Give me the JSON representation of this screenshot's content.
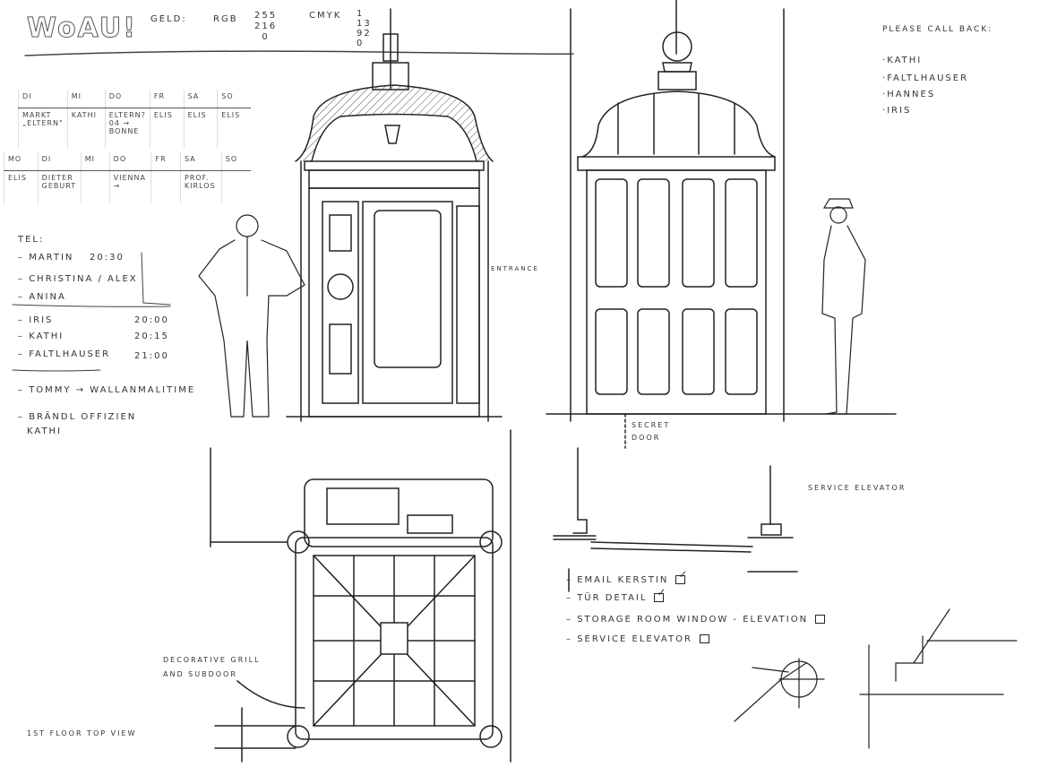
{
  "header": {
    "logo": "WoAU!",
    "gold_label": "Geld:",
    "rgb_label": "RGB",
    "rgb_values": [
      "255",
      "216",
      "0"
    ],
    "cmyk_label": "CMYK",
    "cmyk_values": [
      "1",
      "13",
      "92",
      "0"
    ]
  },
  "schedule": {
    "week1": {
      "days": [
        "Di",
        "Mi",
        "Do",
        "Fr",
        "Sa",
        "So"
      ],
      "entries": [
        "Markt „Eltern\"",
        "Kathi",
        "Eltern? 04 → Bonne",
        "Elis",
        "Elis",
        "Elis"
      ]
    },
    "week2": {
      "days": [
        "Mo",
        "Di",
        "Mi",
        "Do",
        "Fr",
        "Sa",
        "So"
      ],
      "entries": [
        "Elis",
        "Dieter Geburt",
        "",
        "Vienna →",
        "",
        "Prof. Kirlos",
        ""
      ]
    }
  },
  "tel": {
    "title": "Tel:",
    "group1": [
      {
        "name": "Martin",
        "time": "20:30"
      },
      {
        "name": "Christina / Alex",
        "time": ""
      },
      {
        "name": "Anina",
        "time": ""
      }
    ],
    "group2": [
      {
        "name": "Iris",
        "time": "20:00"
      },
      {
        "name": "Kathi",
        "time": "20:15"
      },
      {
        "name": "Faltlhauser",
        "time": "21:00"
      }
    ],
    "group3": [
      {
        "name": "Tommy → Wallanmalitime"
      },
      {
        "name": "Brändl Offizien"
      },
      {
        "name": "Kathi"
      }
    ]
  },
  "call_back": {
    "title": "Please call back:",
    "names": [
      "Kathi",
      "Faltlhauser",
      "Hannes",
      "Iris"
    ]
  },
  "annotations": {
    "entrance": "Entrance",
    "secret_door": "Secret",
    "secret_door_2": "Door",
    "service_elevator": "Service Elevator",
    "decorative_grill": "Decorative Grill",
    "decorative_grill_2": "and Subdoor",
    "top_view": "1st Floor Top View"
  },
  "todo": [
    {
      "label": "Email Kerstin",
      "checked": true
    },
    {
      "label": "Tür Detail",
      "checked": true
    },
    {
      "label": "Storage Room Window - Elevation",
      "checked": false
    },
    {
      "label": "Service Elevator",
      "checked": false
    }
  ]
}
